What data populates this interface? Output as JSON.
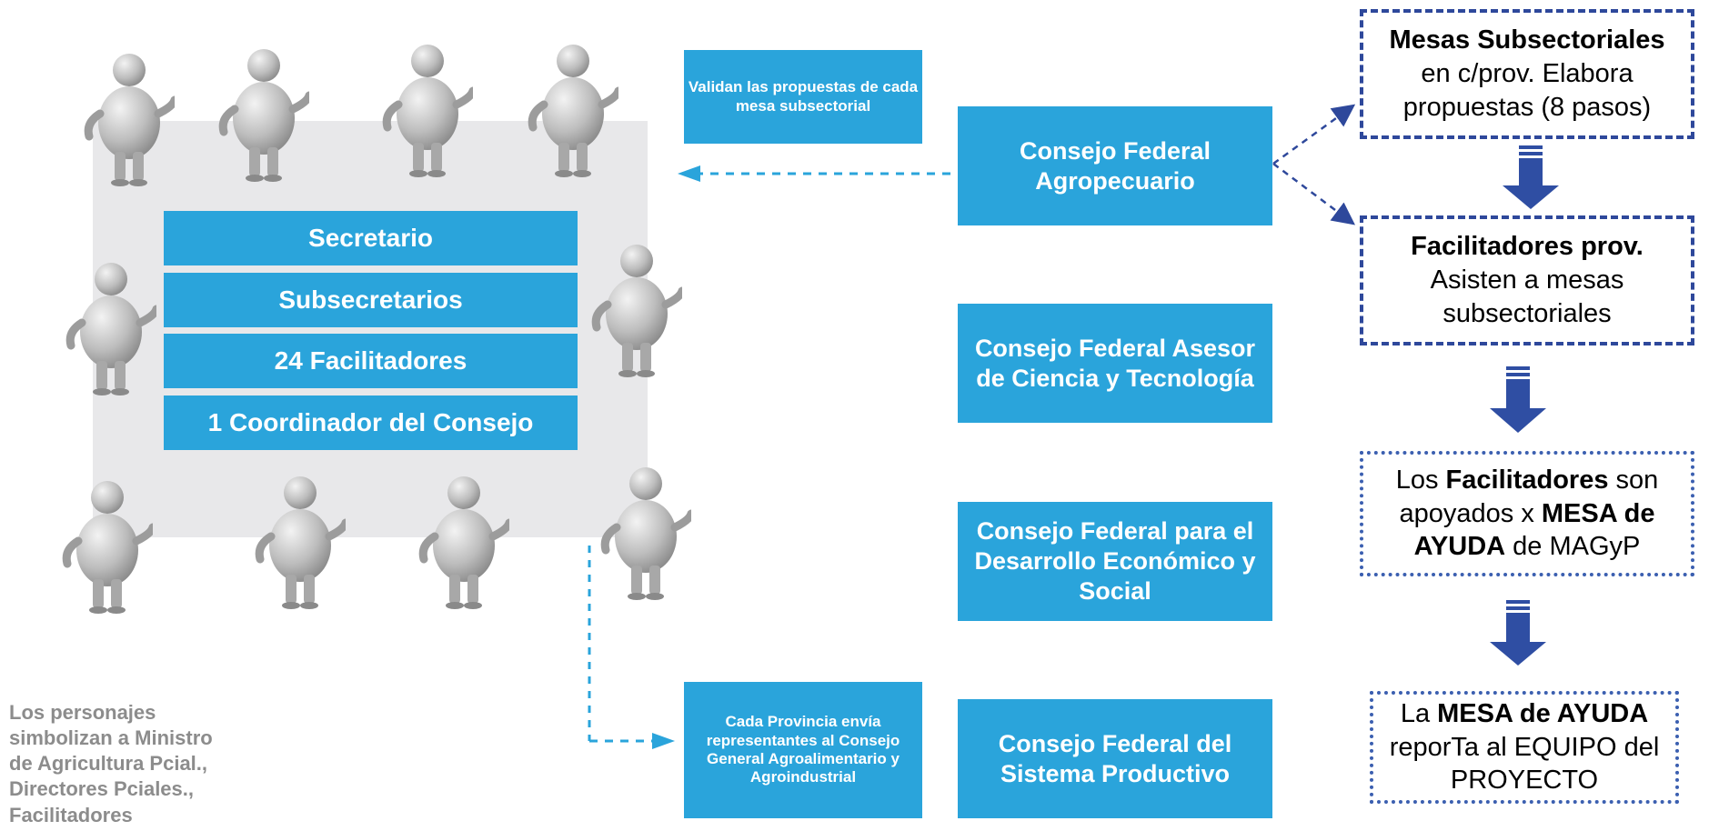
{
  "panel": {
    "stack": [
      "Secretario",
      "Subsecretarios",
      "24 Facilitadores",
      "1 Coordinador del Consejo"
    ]
  },
  "notes": {
    "validan": "Validan las propuestas de cada mesa subsectorial",
    "cada_provincia": "Cada Provincia envía representantes al Consejo General Agroalimentario y Agroindustrial"
  },
  "councils": [
    "Consejo Federal Agropecuario",
    "Consejo Federal Asesor de Ciencia y Tecnología",
    "Consejo Federal para el Desarrollo Económico y Social",
    "Consejo Federal del Sistema Productivo"
  ],
  "right_boxes": {
    "mesas": {
      "bold": "Mesas Subsectoriales",
      "line2": "en c/prov. Elabora",
      "line3": "propuestas (8 pasos)"
    },
    "facilitadores": {
      "bold": "Facilitadores prov.",
      "line2": "Asisten a mesas",
      "line3": "subsectoriales"
    },
    "apoyo": {
      "t1": "Los ",
      "b1": "Facilitadores",
      "t2": " son",
      "t3": "apoyados x ",
      "b2": "MESA de",
      "b3": "AYUDA",
      "t4": " de MAGyP"
    },
    "reporta": {
      "t1": "La ",
      "b1": "MESA de AYUDA",
      "t2": "reporTa al EQUIPO del",
      "t3": "PROYECTO"
    }
  },
  "caption": [
    "Los personajes",
    "simbolizan a Ministro",
    "de Agricultura Pcial.,",
    "Directores Pciales.,",
    "Facilitadores"
  ],
  "colors": {
    "box_blue": "#2aa4db",
    "panel_gray": "#e8e8ea",
    "border_navy": "#2e489b",
    "arrow_navy": "#2f4ea3",
    "dashed_arrow": "#2aa4db"
  }
}
